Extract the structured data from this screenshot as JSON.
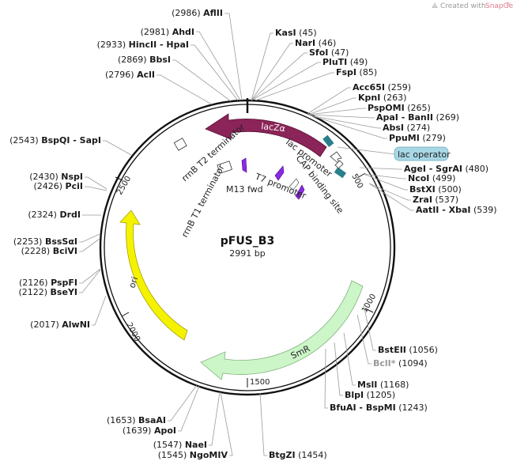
{
  "credit": {
    "prefix": "Created with ",
    "brand": "SnapGene",
    "mark": "®"
  },
  "plasmid": {
    "name": "pFUS_B3",
    "size": "2991 bp"
  },
  "sites": [
    {
      "name": "AflII",
      "pos": "(2986)",
      "style": "b"
    },
    {
      "name": "AhdI",
      "pos": "(2981)",
      "style": "b"
    },
    {
      "name": "HincII - HpaI",
      "pos": "(2933)",
      "style": "b"
    },
    {
      "name": "BbsI",
      "pos": "(2869)",
      "style": "b"
    },
    {
      "name": "AclI",
      "pos": "(2796)",
      "style": "b"
    },
    {
      "name": "BspQI - SapI",
      "pos": "(2543)",
      "style": "b"
    },
    {
      "name": "NspI",
      "pos": "(2430)",
      "style": "b"
    },
    {
      "name": "PciI",
      "pos": "(2426)",
      "style": "b"
    },
    {
      "name": "DrdI",
      "pos": "(2324)",
      "style": "b"
    },
    {
      "name": "BssSαI",
      "pos": "(2253)",
      "style": "b"
    },
    {
      "name": "BciVI",
      "pos": "(2228)",
      "style": "b"
    },
    {
      "name": "PspFI",
      "pos": "(2126)",
      "style": "b"
    },
    {
      "name": "BseYI",
      "pos": "(2122)",
      "style": "b"
    },
    {
      "name": "AlwNI",
      "pos": "(2017)",
      "style": "b"
    },
    {
      "name": "BsaAI",
      "pos": "(1653)",
      "style": "b"
    },
    {
      "name": "ApoI",
      "pos": "(1639)",
      "style": "b"
    },
    {
      "name": "NaeI",
      "pos": "(1547)",
      "style": "b"
    },
    {
      "name": "NgoMIV",
      "pos": "(1545)",
      "style": "b"
    },
    {
      "name": "BtgZI",
      "pos": "(1454)",
      "style": "b"
    },
    {
      "name": "KasI",
      "pos": "(45)",
      "style": "b"
    },
    {
      "name": "NarI",
      "pos": "(46)",
      "style": "b"
    },
    {
      "name": "SfoI",
      "pos": "(47)",
      "style": "b"
    },
    {
      "name": "PluTI",
      "pos": "(49)",
      "style": "b"
    },
    {
      "name": "FspI",
      "pos": "(85)",
      "style": "b"
    },
    {
      "name": "Acc65I",
      "pos": "(259)",
      "style": "b"
    },
    {
      "name": "KpnI",
      "pos": "(263)",
      "style": "b"
    },
    {
      "name": "PspOMI",
      "pos": "(265)",
      "style": "b"
    },
    {
      "name": "ApaI - BanII",
      "pos": "(269)",
      "style": "b"
    },
    {
      "name": "AbsI",
      "pos": "(274)",
      "style": "b"
    },
    {
      "name": "PpuMI",
      "pos": "(279)",
      "style": "b"
    },
    {
      "name": "AgeI - SgrAI",
      "pos": "(480)",
      "style": "b"
    },
    {
      "name": "NcoI",
      "pos": "(499)",
      "style": "b"
    },
    {
      "name": "BstXI",
      "pos": "(500)",
      "style": "b"
    },
    {
      "name": "ZraI",
      "pos": "(537)",
      "style": "b"
    },
    {
      "name": "AatII - XbaI",
      "pos": "(539)",
      "style": "b"
    },
    {
      "name": "BstEII",
      "pos": "(1056)",
      "style": "b"
    },
    {
      "name": "BclI*",
      "pos": "(1094)",
      "style": "g"
    },
    {
      "name": "MslI",
      "pos": "(1168)",
      "style": "b"
    },
    {
      "name": "BlpI",
      "pos": "(1205)",
      "style": "b"
    },
    {
      "name": "BfuAI - BspMI",
      "pos": "(1243)",
      "style": "b"
    }
  ],
  "features": {
    "lacZa": "lacZα",
    "ori": "ori",
    "smr": "SmR",
    "lac_operator": "lac operator",
    "lac_promoter": "lac promoter",
    "cap_site": "CAP binding site",
    "t7_promoter": "T7 promoter",
    "m13_fwd": "M13 fwd",
    "rrnb_t1": "rrnB T1 terminator",
    "rrnb_t2": "rrnB T2 terminator"
  },
  "ticks": [
    "500",
    "1000",
    "1500",
    "2000",
    "2500"
  ],
  "colors": {
    "lacZa": "#8b2458",
    "ori": "#f5f200",
    "smr": "#ccf5c8",
    "operator": "#2a7f8c",
    "operator_box": "#a8d8e6",
    "misc": "#8a2be2"
  }
}
